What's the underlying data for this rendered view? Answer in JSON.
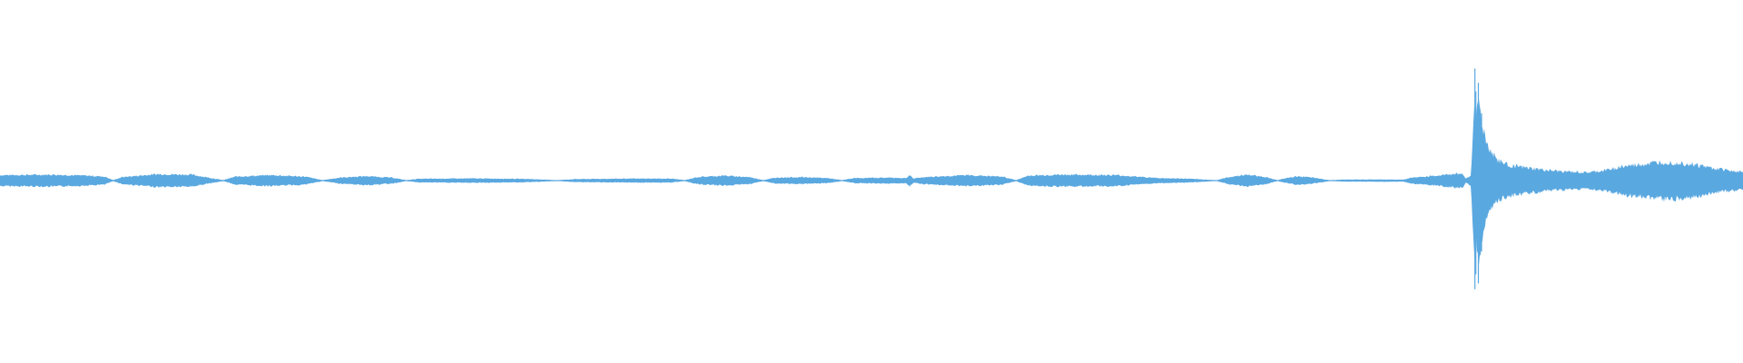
{
  "waveform": {
    "color": "#5aa8e0",
    "background": "#ffffff",
    "envelope": [
      [
        0,
        0.055
      ],
      [
        3,
        0.06
      ],
      [
        5,
        0.05
      ],
      [
        6,
        0.04
      ],
      [
        6.5,
        0.005
      ],
      [
        7,
        0.035
      ],
      [
        9,
        0.065
      ],
      [
        11,
        0.06
      ],
      [
        12.8,
        0.005
      ],
      [
        13.5,
        0.04
      ],
      [
        15.5,
        0.055
      ],
      [
        17.5,
        0.04
      ],
      [
        18.5,
        0.005
      ],
      [
        19.5,
        0.03
      ],
      [
        21,
        0.045
      ],
      [
        22.5,
        0.03
      ],
      [
        23.3,
        0.005
      ],
      [
        24,
        0.018
      ],
      [
        27,
        0.022
      ],
      [
        30,
        0.018
      ],
      [
        32,
        0.005
      ],
      [
        33,
        0.015
      ],
      [
        36,
        0.02
      ],
      [
        38.5,
        0.02
      ],
      [
        39.3,
        0.005
      ],
      [
        40,
        0.035
      ],
      [
        41.5,
        0.05
      ],
      [
        43,
        0.035
      ],
      [
        43.8,
        0.005
      ],
      [
        44.5,
        0.03
      ],
      [
        46,
        0.035
      ],
      [
        47.5,
        0.025
      ],
      [
        48.3,
        0.005
      ],
      [
        49,
        0.025
      ],
      [
        51,
        0.03
      ],
      [
        52,
        0.025
      ],
      [
        52.2,
        0.06
      ],
      [
        52.4,
        0.02
      ],
      [
        53,
        0.035
      ],
      [
        55.5,
        0.055
      ],
      [
        57.5,
        0.04
      ],
      [
        58.3,
        0.005
      ],
      [
        59,
        0.05
      ],
      [
        61,
        0.06
      ],
      [
        64,
        0.055
      ],
      [
        66.5,
        0.025
      ],
      [
        68,
        0.02
      ],
      [
        69.8,
        0.005
      ],
      [
        70.5,
        0.035
      ],
      [
        71.5,
        0.06
      ],
      [
        72.5,
        0.04
      ],
      [
        73.3,
        0.005
      ],
      [
        73.8,
        0.025
      ],
      [
        74.5,
        0.045
      ],
      [
        75.5,
        0.025
      ],
      [
        76.3,
        0.005
      ],
      [
        77,
        0.01
      ],
      [
        79.5,
        0.012
      ],
      [
        80.5,
        0.01
      ],
      [
        81,
        0.03
      ],
      [
        82.5,
        0.05
      ],
      [
        83.5,
        0.07
      ],
      [
        83.9,
        0.07
      ],
      [
        84.1,
        0.02
      ],
      [
        84.4,
        0.05
      ],
      [
        84.6,
        0.98
      ],
      [
        84.7,
        0.55
      ],
      [
        84.8,
        0.85
      ],
      [
        85.0,
        0.6
      ],
      [
        85.3,
        0.38
      ],
      [
        85.6,
        0.28
      ],
      [
        86.0,
        0.2
      ],
      [
        86.5,
        0.16
      ],
      [
        87.5,
        0.13
      ],
      [
        89,
        0.1
      ],
      [
        91,
        0.08
      ],
      [
        92,
        0.1
      ],
      [
        93,
        0.14
      ],
      [
        94.5,
        0.17
      ],
      [
        95.5,
        0.19
      ],
      [
        97,
        0.17
      ],
      [
        98.5,
        0.12
      ],
      [
        100,
        0.085
      ]
    ],
    "spikes": [
      [
        84.62,
        0.98
      ],
      [
        84.67,
        0.82
      ],
      [
        84.75,
        0.55
      ],
      [
        84.82,
        0.9
      ],
      [
        84.9,
        0.48
      ],
      [
        85.0,
        0.62
      ],
      [
        85.12,
        0.4
      ],
      [
        85.25,
        0.33
      ],
      [
        85.4,
        0.27
      ],
      [
        85.6,
        0.22
      ],
      [
        86.1,
        0.18
      ]
    ]
  }
}
